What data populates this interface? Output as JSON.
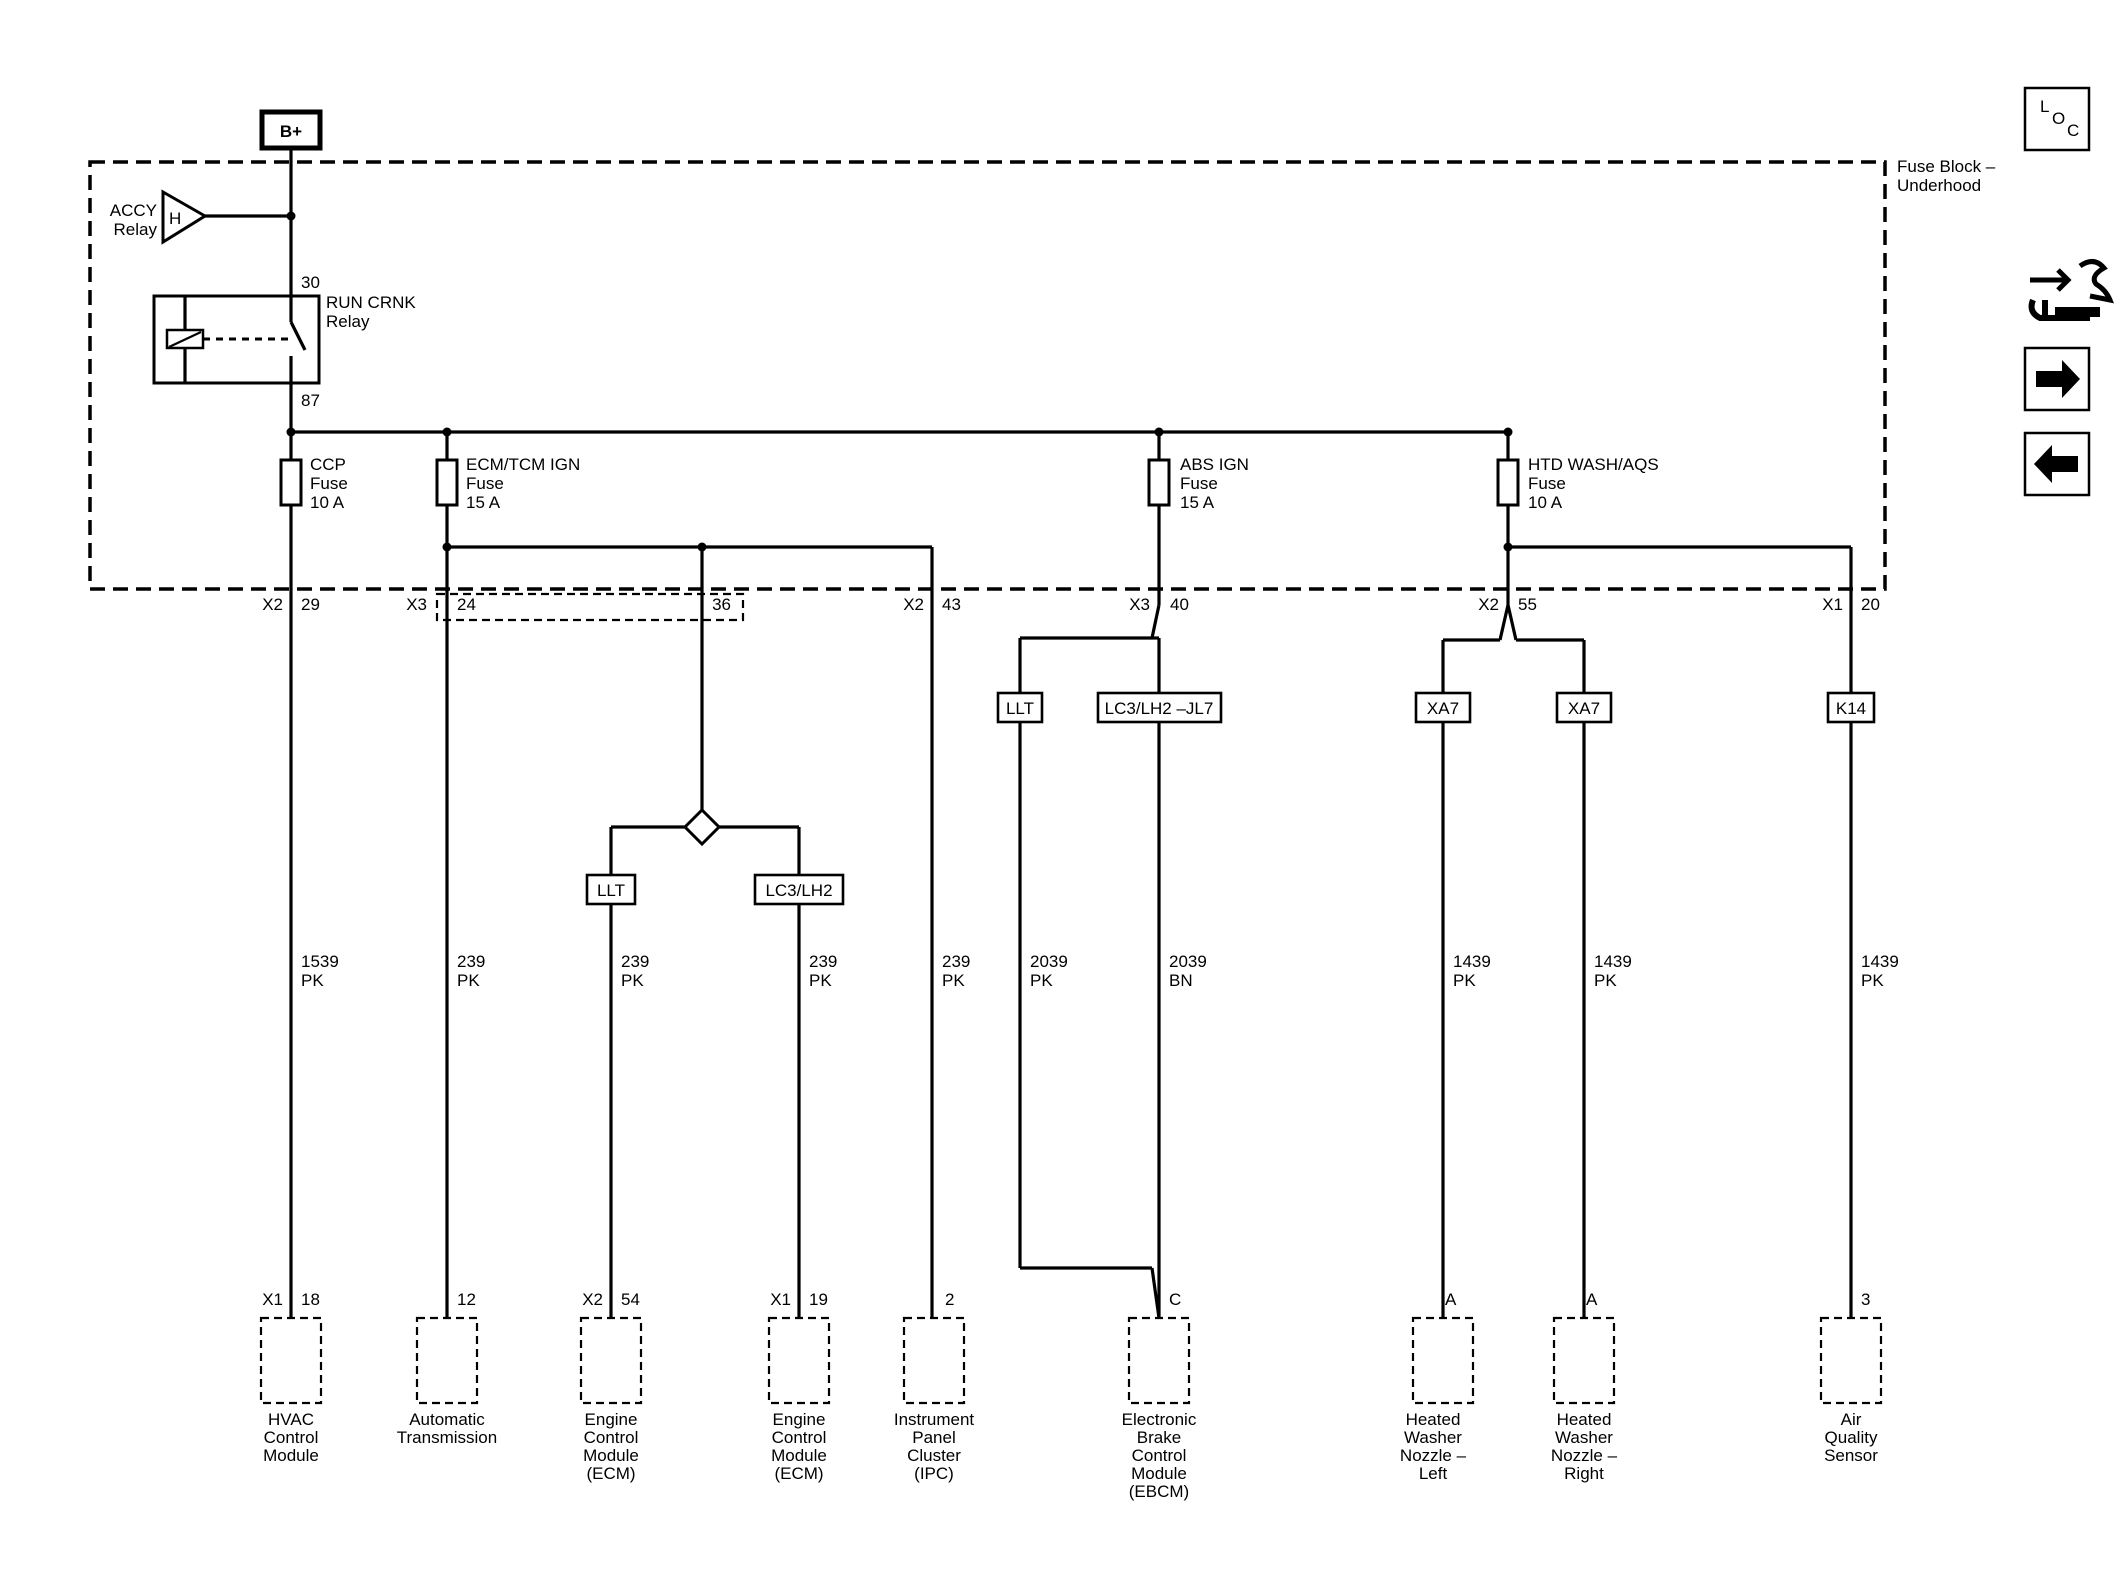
{
  "source_label": "B+",
  "fuse_block_label": [
    "Fuse Block –",
    "Underhood"
  ],
  "accy_relay": {
    "label": [
      "ACCY",
      "Relay"
    ],
    "symbol": "H"
  },
  "run_crnk_relay": {
    "label": [
      "RUN CRNK",
      "Relay"
    ],
    "pin_in": "30",
    "pin_out": "87"
  },
  "fuses": [
    {
      "name": "CCP",
      "type": "Fuse",
      "rating": "10 A"
    },
    {
      "name": "ECM/TCM IGN",
      "type": "Fuse",
      "rating": "15 A"
    },
    {
      "name": "ABS IGN",
      "type": "Fuse",
      "rating": "15 A"
    },
    {
      "name": "HTD WASH/AQS",
      "type": "Fuse",
      "rating": "10 A"
    }
  ],
  "block_connectors": [
    {
      "conn": "X2",
      "pin": "29"
    },
    {
      "conn": "X3",
      "pin": "24"
    },
    {
      "conn": "",
      "pin": "36"
    },
    {
      "conn": "X2",
      "pin": "43"
    },
    {
      "conn": "X3",
      "pin": "40"
    },
    {
      "conn": "X2",
      "pin": "55"
    },
    {
      "conn": "X1",
      "pin": "20"
    }
  ],
  "option_tags": [
    "LLT",
    "LC3/LH2 –JL7",
    "XA7",
    "XA7",
    "K14",
    "LLT",
    "LC3/LH2"
  ],
  "wires": [
    {
      "circuit": "1539",
      "color": "PK"
    },
    {
      "circuit": "239",
      "color": "PK"
    },
    {
      "circuit": "239",
      "color": "PK"
    },
    {
      "circuit": "239",
      "color": "PK"
    },
    {
      "circuit": "239",
      "color": "PK"
    },
    {
      "circuit": "2039",
      "color": "PK"
    },
    {
      "circuit": "2039",
      "color": "BN"
    },
    {
      "circuit": "1439",
      "color": "PK"
    },
    {
      "circuit": "1439",
      "color": "PK"
    },
    {
      "circuit": "1439",
      "color": "PK"
    }
  ],
  "components": [
    {
      "conn": "X1",
      "pin": "18",
      "name": [
        "HVAC",
        "Control",
        "Module"
      ]
    },
    {
      "conn": "",
      "pin": "12",
      "name": [
        "Automatic",
        "Transmission"
      ]
    },
    {
      "conn": "X2",
      "pin": "54",
      "name": [
        "Engine",
        "Control",
        "Module",
        "(ECM)"
      ]
    },
    {
      "conn": "X1",
      "pin": "19",
      "name": [
        "Engine",
        "Control",
        "Module",
        "(ECM)"
      ]
    },
    {
      "conn": "",
      "pin": "2",
      "name": [
        "Instrument",
        "Panel",
        "Cluster",
        "(IPC)"
      ]
    },
    {
      "conn": "",
      "pin": "C",
      "name": [
        "Electronic",
        "Brake",
        "Control",
        "Module",
        "(EBCM)"
      ]
    },
    {
      "conn": "",
      "pin": "A",
      "name": [
        "Heated",
        "Washer",
        "Nozzle –",
        "Left"
      ]
    },
    {
      "conn": "",
      "pin": "A",
      "name": [
        "Heated",
        "Washer",
        "Nozzle –",
        "Right"
      ]
    },
    {
      "conn": "",
      "pin": "3",
      "name": [
        "Air",
        "Quality",
        "Sensor"
      ]
    }
  ],
  "sidebar": {
    "loc_button": {
      "letters": [
        "L",
        "O",
        "C"
      ],
      "icon": "location-icon"
    },
    "service_icon": "wrench-arrows-icon",
    "next_icon": "arrow-right-icon",
    "prev_icon": "arrow-left-icon"
  }
}
